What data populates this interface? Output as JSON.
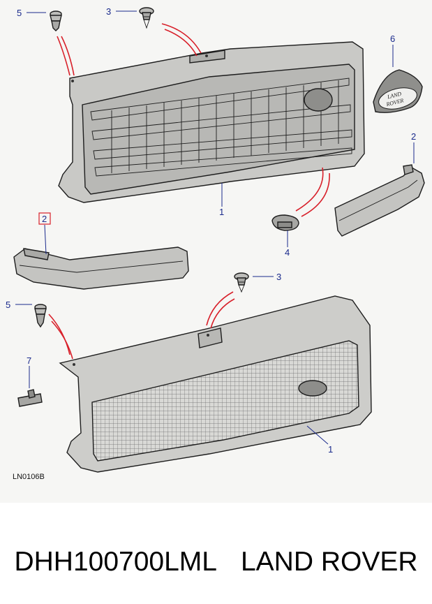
{
  "diagram": {
    "callouts": {
      "part_5_top": "5",
      "part_3_top": "3",
      "part_6": "6",
      "part_2_right": "2",
      "part_1_top": "1",
      "part_2_left": "2",
      "part_4": "4",
      "part_3_bottom": "3",
      "part_5_bottom": "5",
      "part_7": "7",
      "part_1_bottom": "1"
    },
    "badge_text_line1": "LAND",
    "badge_text_line2": "ROVER",
    "drawing_ref": "LN0106B",
    "highlighted_callout_color": "#d8202a",
    "callout_color": "#1a2a8c",
    "leader_color": "#d8202a"
  },
  "caption": {
    "part_number": "DHH100700LML",
    "brand": "LAND ROVER"
  }
}
